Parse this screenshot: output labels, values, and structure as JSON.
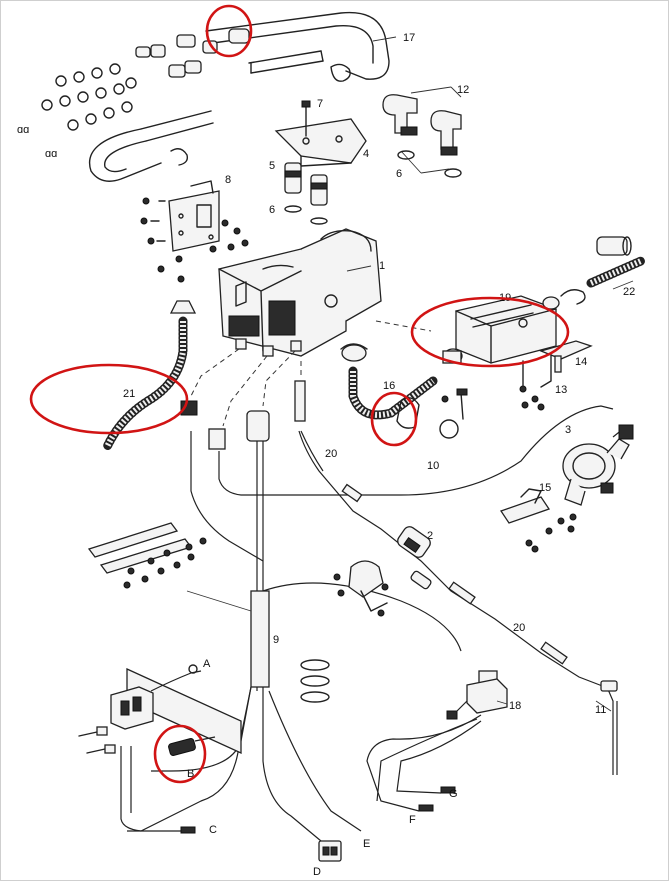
{
  "diagram": {
    "part_numbers": [
      "17",
      "12",
      "7",
      "4",
      "6",
      "5",
      "6",
      "8",
      "1",
      "19",
      "22",
      "14",
      "13",
      "21",
      "16",
      "3",
      "10",
      "20",
      "15",
      "2",
      "9",
      "20",
      "A",
      "18",
      "11",
      "B",
      "G",
      "F",
      "C",
      "E",
      "D"
    ],
    "colors": {
      "line": "#222222",
      "highlight": "#d11414",
      "background": "#ffffff"
    }
  }
}
